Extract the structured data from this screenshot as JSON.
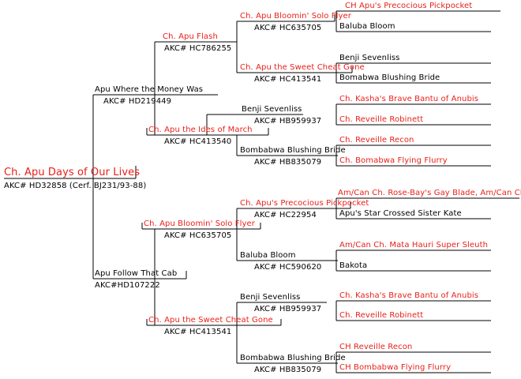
{
  "colors": {
    "titled": "#e8201a",
    "plain": "#000000",
    "lines": "#000000"
  },
  "subject": {
    "name": "Ch. Apu Days of Our Lives",
    "reg": "AKC# HD32858 (Cerf. BJ231/93-88)"
  },
  "sire": {
    "name": "Apu Where the Money Was",
    "reg": "AKC# HD219449"
  },
  "dam": {
    "name": "Apu Follow That Cab",
    "reg": "AKC#HD107222"
  },
  "ss": {
    "name": "Ch. Apu Flash",
    "reg": "AKC# HC786255"
  },
  "sd": {
    "name": "Ch. Apu the Ides of March",
    "reg": "AKC# HC413540"
  },
  "ds": {
    "name": "Ch. Apu Bloomin' Solo Flyer",
    "reg": "AKC# HC635705"
  },
  "dd": {
    "name": "Ch. Apu the Sweet Cheat Gone",
    "reg": "AKC# HC413541"
  },
  "sss": {
    "name": "Ch. Apu Bloomin' Solo Flyer",
    "reg": "AKC# HC635705"
  },
  "ssd": {
    "name": "Ch. Apu the Sweet Cheat Gone",
    "reg": "AKC# HC413541"
  },
  "sds": {
    "name": "Benji Sevenliss",
    "reg": "AKC# HB959937"
  },
  "sdd": {
    "name": "Bombabwa Blushing Bride",
    "reg": "AKC# HB835079"
  },
  "dss": {
    "name": "Ch. Apu's Precocious Pickpocket",
    "reg": "AKC# HC22954"
  },
  "dsd": {
    "name": "Baluba Bloom",
    "reg": "AKC# HC590620"
  },
  "dds": {
    "name": "Benji Sevenliss",
    "reg": "AKC# HB959937"
  },
  "ddd": {
    "name": "Bombabwa Blushing Bride",
    "reg": "AKC# HB835079"
  },
  "gen4": [
    "CH Apu's Precocious Pickpocket",
    "Baluba Bloom",
    "Benji Sevenliss",
    "Bomabwa Blushing Bride",
    "Ch. Kasha's Brave Bantu of Anubis",
    "Ch.  Reveille Robinett",
    "Ch. Reveille Recon",
    "Ch.  Bomabwa Flying Flurry",
    "Am/Can Ch. Rose-Bay's Gay Blade, Am/Can CD",
    "Apu's Star Crossed Sister Kate",
    "Am/Can Ch. Mata Hauri Super Sleuth",
    "Bakota",
    "Ch. Kasha's Brave Bantu of Anubis",
    "Ch. Reveille Robinett",
    "CH Reveille Recon",
    "CH Bombabwa Flying Flurry"
  ]
}
